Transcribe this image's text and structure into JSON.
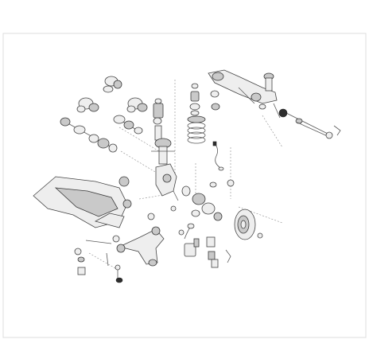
{
  "diagram": {
    "border_color": "#dcdcdc",
    "line_color": "#5a5a5a",
    "part_fill": "#eeeeee",
    "part_shade": "#c9c9c9",
    "part_dark": "#2e2e2e",
    "parts": [
      {
        "id": "drive-shaft-boots",
        "icon": "boot-icon"
      },
      {
        "id": "drive-shaft-left",
        "icon": "axle-icon"
      },
      {
        "id": "drive-shaft-right",
        "icon": "axle-icon"
      },
      {
        "id": "strut-mount",
        "icon": "mount-icon"
      },
      {
        "id": "shock-absorber",
        "icon": "shock-icon"
      },
      {
        "id": "coil-spring",
        "icon": "spring-icon"
      },
      {
        "id": "steering-rack",
        "icon": "rack-icon"
      },
      {
        "id": "tie-rod",
        "icon": "tierod-icon"
      },
      {
        "id": "subframe",
        "icon": "subframe-icon"
      },
      {
        "id": "steering-knuckle",
        "icon": "knuckle-icon"
      },
      {
        "id": "wheel-hub",
        "icon": "hub-icon"
      },
      {
        "id": "brake-disc",
        "icon": "disc-icon"
      },
      {
        "id": "control-arm",
        "icon": "arm-icon"
      },
      {
        "id": "stabilizer-link",
        "icon": "link-icon"
      },
      {
        "id": "brake-pads",
        "icon": "pad-icon"
      },
      {
        "id": "abs-sensor",
        "icon": "sensor-icon"
      }
    ]
  }
}
